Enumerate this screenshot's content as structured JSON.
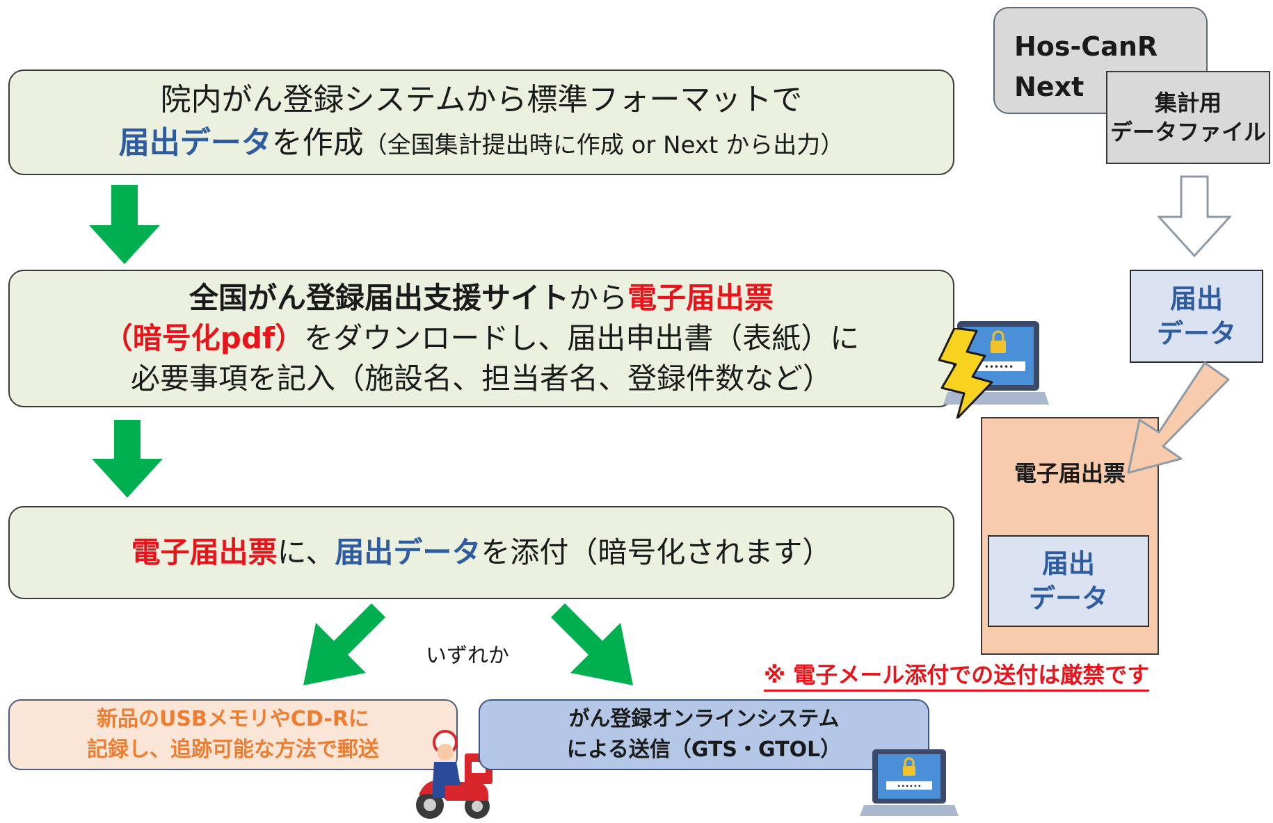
{
  "step1": {
    "line1": "院内がん登録システムから標準フォーマットで",
    "line2_blue": "届出データ",
    "line2_text": "を作成",
    "line2_small": "（全国集計提出時に作成 or Next から出力）"
  },
  "step2": {
    "line1_bold": "全国がん登録届出支援サイト",
    "line1_text": "から",
    "line1_red": "電子届出票",
    "line2_red": "（暗号化pdf）",
    "line2_text": "をダウンロードし、届出申出書（表紙）に",
    "line3": "必要事項を記入（施設名、担当者名、登録件数など）"
  },
  "step3": {
    "red": "電子届出票",
    "text1": "に、",
    "blue": "届出データ",
    "text2": "を添付（暗号化されます）"
  },
  "either_label": "いずれか",
  "option_mail": {
    "line1": "新品のUSBメモリやCD-Rに",
    "line2": "記録し、追跡可能な方法で郵送"
  },
  "option_online": {
    "line1": "がん登録オンラインシステム",
    "line2": "による送信（GTS・GTOL）"
  },
  "hos_canr": {
    "line1": "Hos-CanR",
    "line2": "Next"
  },
  "shukei_file": {
    "line1": "集計用",
    "line2": "データファイル"
  },
  "data_box_top": {
    "line1": "届出",
    "line2": "データ"
  },
  "denshi_form": {
    "label": "電子届出票"
  },
  "data_box_inner": {
    "line1": "届出",
    "line2": "データ"
  },
  "warning": "※ 電子メール添付での送付は厳禁です",
  "colors": {
    "step_fill": "#ebf1de",
    "arrow_green": "#00b050",
    "emphasis_blue": "#2e5c9e",
    "emphasis_red": "#e8141b",
    "orange_text": "#ed7d31",
    "gray_box": "#d9d9d9",
    "salmon_box": "#f8cbad",
    "light_blue_box": "#dbe3f3"
  },
  "icons": [
    "down-arrow-icon",
    "laptop-lock-icon",
    "lightning-icon",
    "mail-delivery-scooter-icon"
  ]
}
